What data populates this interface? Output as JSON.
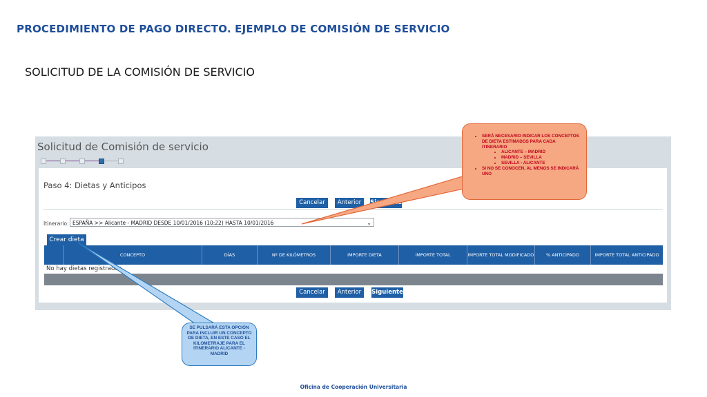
{
  "slide": {
    "title": "PROCEDIMIENTO DE PAGO DIRECTO. EJEMPLO DE COMISIÓN DE SERVICIO",
    "subtitle": "SOLICITUD DE LA COMISIÓN DE SERVICIO",
    "footer": "Oficina de Cooperación Universitaria"
  },
  "app": {
    "title": "Solicitud de Comisión de servicio",
    "stepper": {
      "total_steps": 5,
      "current_step": 4
    },
    "step_title": "Paso 4: Dietas y Anticipos",
    "buttons": {
      "cancel": "Cancelar",
      "previous": "Anterior",
      "next": "Siguiente",
      "create_diet": "Crear dieta"
    },
    "itinerary": {
      "label": "Itinerario:",
      "selected": "ESPAÑA >> Alicante - MADRID DESDE 10/01/2016 (10:22) HASTA 10/01/2016"
    },
    "table": {
      "columns": [
        "CONCEPTO",
        "DÍAS",
        "Nº DE KILÓMETROS",
        "IMPORTE DIETA",
        "IMPORTE TOTAL",
        "IMPORTE TOTAL MODIFICADO",
        "% ANTICIPADO",
        "IMPORTE TOTAL ANTICIPADO"
      ],
      "empty_message": "No hay dietas registrados"
    }
  },
  "callouts": {
    "top": {
      "items": [
        "SERÁ NECESARIO INDICAR LOS CONCEPTOS DE DIETA ESTIMADOS PARA CADA ITINERARIO",
        "SI NO SE CONOCEN, AL MENOS SE INDICARÁ UNO"
      ],
      "sub_items": [
        "ALICANTE – MADRID",
        "MADRID – SEVILLA",
        "SEVILLA - ALICANTE"
      ]
    },
    "bottom": {
      "text": "SE PULSARÁ ESTA OPCIÓN PARA INCLUIR UN CONCEPTO DE DIETA, EN ESTE CASO EL KILOMETRAJE PARA EL ITINERARIO ALICANTE - MADRID"
    }
  },
  "colors": {
    "primary": "#1f5fa5",
    "heading": "#1f4e9a",
    "callout_orange": "#f6a883",
    "callout_blue": "#b3d5f3"
  }
}
